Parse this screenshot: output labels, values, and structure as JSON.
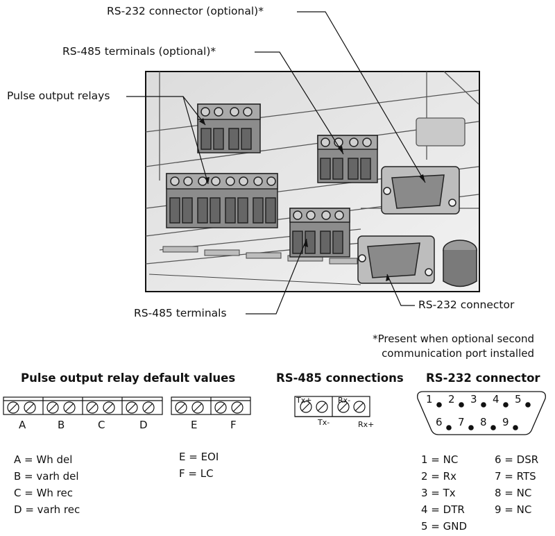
{
  "callouts": {
    "rs232_optional": "RS-232 connector (optional)*",
    "rs485_optional": "RS-485 terminals (optional)*",
    "pulse_relays": "Pulse output relays",
    "rs485_terminals": "RS-485 terminals",
    "rs232_connector": "RS-232 connector"
  },
  "footnote": {
    "line1": "*Present when optional second",
    "line2": "communication port installed"
  },
  "pulse_section": {
    "title": "Pulse output relay default values",
    "block1_labels": [
      "A",
      "B",
      "C",
      "D"
    ],
    "block2_labels": [
      "E",
      "F"
    ],
    "left_values": [
      "A = Wh del",
      "B = varh del",
      "C = Wh rec",
      "D = varh rec"
    ],
    "right_values": [
      "E = EOI",
      "F = LC"
    ]
  },
  "rs485_section": {
    "title": "RS-485 connections",
    "top_labels": [
      "Tx+",
      "Rx-"
    ],
    "bottom_labels": [
      "Tx-",
      "Rx+"
    ]
  },
  "rs232_section": {
    "title": "RS-232 connector",
    "top_pins": [
      "1",
      "2",
      "3",
      "4",
      "5"
    ],
    "bottom_pins": [
      "6",
      "7",
      "8",
      "9"
    ],
    "pin_left": [
      "1 = NC",
      "2 = Rx",
      "3 = Tx",
      "4 = DTR",
      "5 = GND"
    ],
    "pin_right": [
      "6 = DSR",
      "7 = RTS",
      "8 = NC",
      "9 = NC"
    ]
  }
}
